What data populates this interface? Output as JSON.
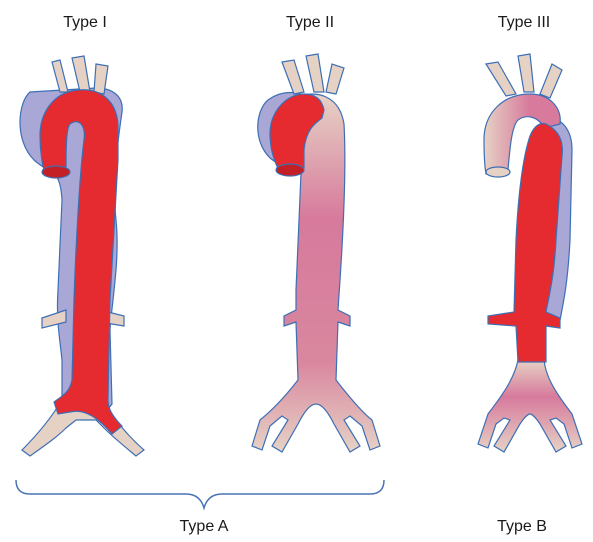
{
  "labels": {
    "type1": "Type I",
    "type2": "Type II",
    "type3": "Type III",
    "typeA": "Type A",
    "typeB": "Type B"
  },
  "colors": {
    "dissection": "#e52a30",
    "false_lumen": "#a9a7d6",
    "vessel_pink": "#d77a9c",
    "vessel_beige": "#e6d2c5",
    "outline": "#3d6fb5",
    "brace": "#4a74b5"
  }
}
